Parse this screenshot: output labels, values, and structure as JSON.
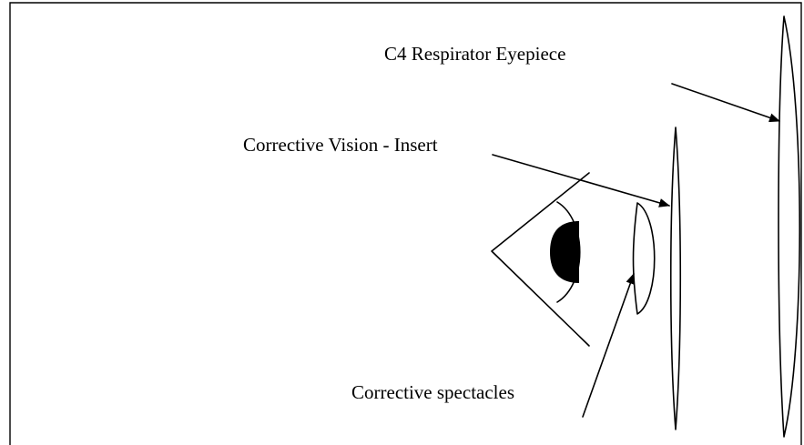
{
  "labels": {
    "respirator_eyepiece": "C4 Respirator Eyepiece",
    "vision_insert": "Corrective Vision - Insert",
    "spectacles": "Corrective spectacles"
  },
  "colors": {
    "ink": "#000000",
    "background": "#ffffff"
  }
}
